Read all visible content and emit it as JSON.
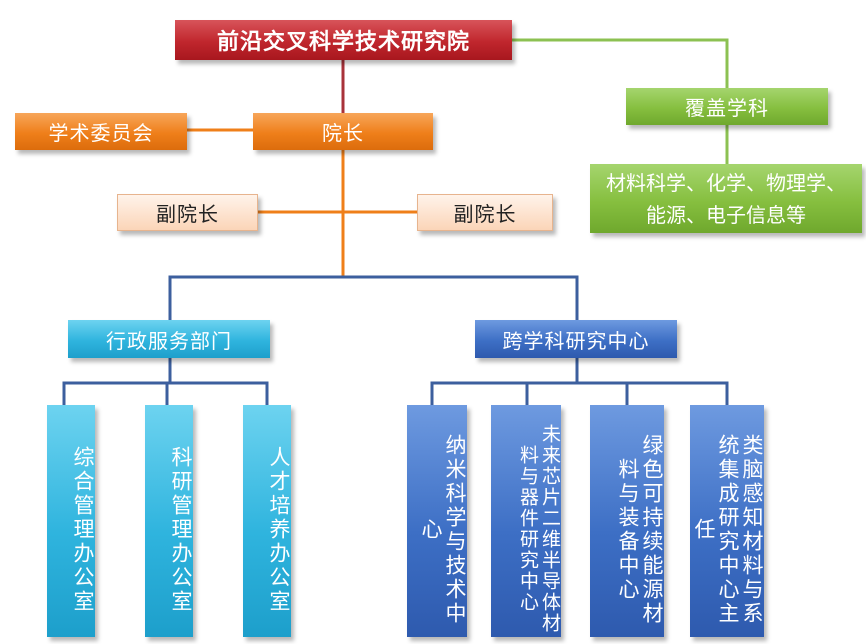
{
  "nodes": {
    "institute": "前沿交叉科学技术研究院",
    "president": "院长",
    "academic_committee": "学术委员会",
    "vice_president_left": "副院长",
    "vice_president_right": "副院长",
    "coverage": "覆盖学科",
    "disciplines": "材料科学、化学、物理学、能源、电子信息等",
    "admin_dept": "行政服务部门",
    "research_center": "跨学科研究中心",
    "admin_offices": [
      "综合管理办公室",
      "科研管理办公室",
      "人才培养办公室"
    ],
    "centers": [
      "纳米科学与技术中心",
      "未来芯片二维半导体材料与器件研究中心",
      "绿色可持续能源材料与装备中心",
      "类脑感知材料与系统集成研究中心主任"
    ]
  },
  "colors": {
    "red": "#c0262d",
    "orange": "#ef7f1a",
    "peach": "#fbd5b8",
    "green": "#86bf3f",
    "cyan": "#2fb4de",
    "blue": "#3d6fc5",
    "line_red": "#a8323a",
    "line_orange": "#ef7f1a",
    "line_green": "#8cc152",
    "line_blue": "#3c5f9e"
  }
}
